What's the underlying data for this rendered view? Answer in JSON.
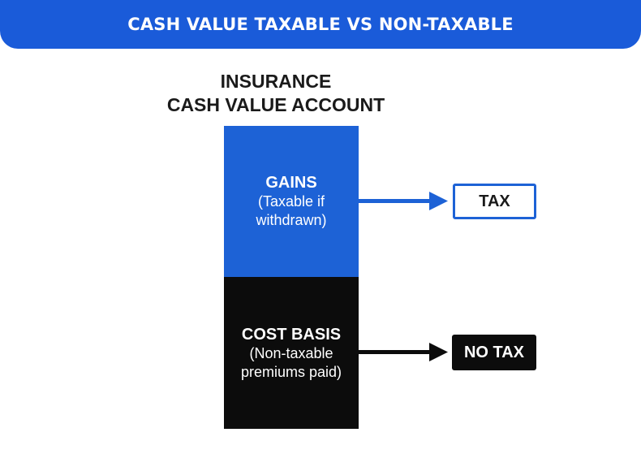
{
  "header": {
    "title": "CASH VALUE TAXABLE VS NON-TAXABLE"
  },
  "account": {
    "title_line1": "INSURANCE",
    "title_line2": "CASH VALUE ACCOUNT"
  },
  "gains": {
    "label": "GAINS",
    "note_line1": "(Taxable if",
    "note_line2": "withdrawn)",
    "result": "TAX"
  },
  "cost_basis": {
    "label": "COST BASIS",
    "note_line1": "(Non-taxable",
    "note_line2": "premiums paid)",
    "result": "NO TAX"
  },
  "colors": {
    "brand_blue": "#1a5bd9",
    "gains_blue": "#1d62d6",
    "cost_black": "#0c0c0c"
  }
}
